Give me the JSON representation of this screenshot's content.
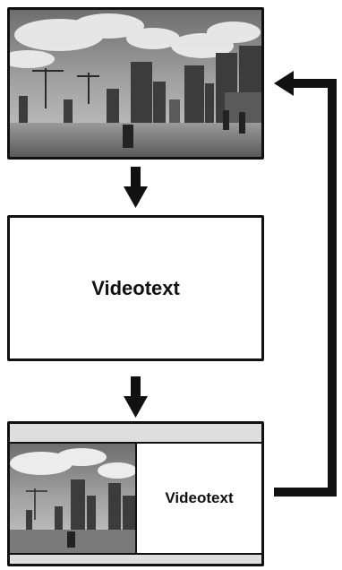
{
  "diagram": {
    "text_box_label": "Videotext",
    "composite_text_label": "Videotext",
    "arrow_color": "#111111",
    "border_color": "#111111",
    "composite_band_color": "#dedede"
  },
  "icons": {
    "photo": "city-street-photo",
    "arrow_down": "arrow-down-icon",
    "feedback_arrow": "arrow-left-icon"
  }
}
